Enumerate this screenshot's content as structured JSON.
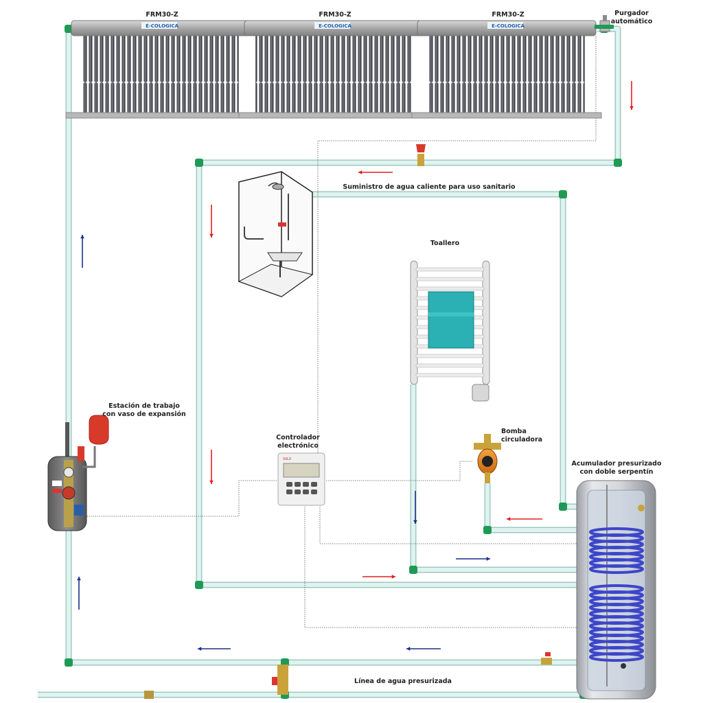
{
  "panels": [
    {
      "model": "FRM30-Z",
      "brand": "E-COLOGICA"
    },
    {
      "model": "FRM30-Z",
      "brand": "E-COLOGICA"
    },
    {
      "model": "FRM30-Z",
      "brand": "E-COLOGICA"
    }
  ],
  "labels": {
    "air_vent_line1": "Purgador",
    "air_vent_line2": "automático",
    "hot_supply": "Suministro de agua caliente para uso sanitario",
    "towel_rail": "Toallero",
    "workstation_line1": "Estación de trabajo",
    "workstation_line2": "con vaso de expansión",
    "controller_line1": "Controlador",
    "controller_line2": "electrónico",
    "pump_line1": "Bomba",
    "pump_line2": "circuladora",
    "tank_line1": "Acumulador presurizado",
    "tank_line2": "con doble serpentín",
    "pressurized_line": "Línea de agua presurizada"
  },
  "controller": {
    "brand": "SOLO"
  },
  "colors": {
    "pipe": "#dff3ef",
    "pipe_edge": "#9fc9c0",
    "elbow": "#1f9a55",
    "hot_arrow": "#e02020",
    "cold_arrow": "#1a2f8a",
    "coil": "#3d46c8",
    "towel": "#2bb0b3"
  }
}
